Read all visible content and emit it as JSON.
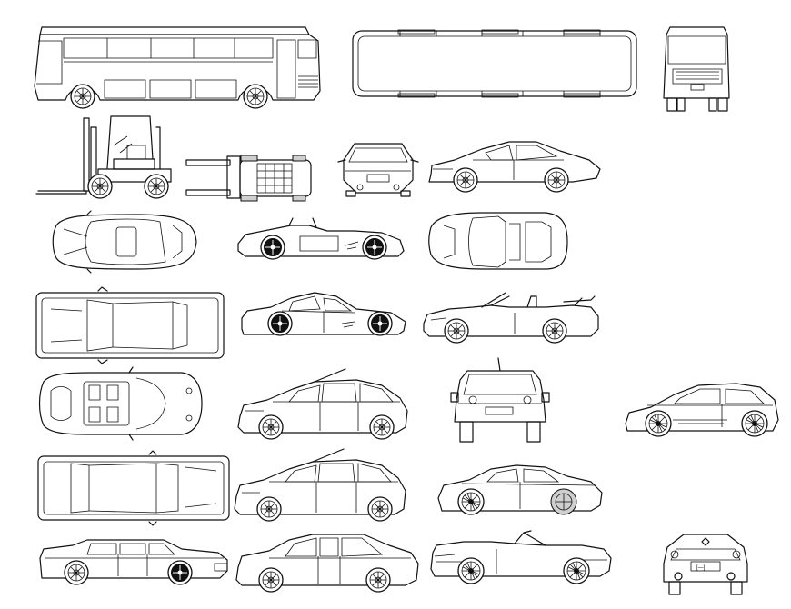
{
  "sheet": {
    "background": "#ffffff",
    "line_color": "#111111",
    "blocks": [
      {
        "id": "bus-side",
        "icon": "bus-side-icon"
      },
      {
        "id": "bus-top",
        "icon": "bus-top-icon"
      },
      {
        "id": "bus-rear",
        "icon": "bus-rear-icon"
      },
      {
        "id": "forklift-side",
        "icon": "forklift-side-icon"
      },
      {
        "id": "forklift-top",
        "icon": "forklift-top-icon"
      },
      {
        "id": "porsche-rear",
        "icon": "porsche-rear-icon"
      },
      {
        "id": "porsche-side",
        "icon": "porsche-side-icon"
      },
      {
        "id": "sportscar-top",
        "icon": "sportscar-top-icon"
      },
      {
        "id": "roadster-side",
        "icon": "roadster-side-icon"
      },
      {
        "id": "porsche-top",
        "icon": "porsche-top-icon"
      },
      {
        "id": "sedan-top",
        "icon": "sedan-top-icon"
      },
      {
        "id": "coupe-side",
        "icon": "coupe-side-icon"
      },
      {
        "id": "cabrio-side",
        "icon": "cabrio-side-icon"
      },
      {
        "id": "convertible-top",
        "icon": "convertible-top-icon"
      },
      {
        "id": "hatchback-side",
        "icon": "hatchback-side-icon"
      },
      {
        "id": "hatchback-rear",
        "icon": "hatchback-rear-icon"
      },
      {
        "id": "tuned-hatch-side",
        "icon": "tuned-hatch-side-icon"
      },
      {
        "id": "limo-top",
        "icon": "limo-top-icon"
      },
      {
        "id": "hatchback2-side",
        "icon": "hatchback2-side-icon"
      },
      {
        "id": "tuned-coupe-side",
        "icon": "tuned-coupe-side-icon"
      },
      {
        "id": "classic-sedan-side",
        "icon": "classic-sedan-side-icon"
      },
      {
        "id": "sedan2-side",
        "icon": "sedan2-side-icon"
      },
      {
        "id": "roadster2-side",
        "icon": "roadster2-side-icon"
      },
      {
        "id": "coupe-rear",
        "icon": "coupe-rear-icon"
      }
    ]
  }
}
